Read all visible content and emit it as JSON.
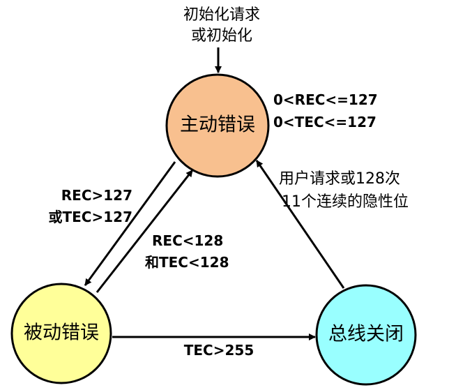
{
  "states": {
    "active": {
      "label": "主动错误",
      "color": "#F8C08F"
    },
    "passive": {
      "label": "被动错误",
      "color": "#FFFF99"
    },
    "busoff": {
      "label": "总线关闭",
      "color": "#99FFFF"
    }
  },
  "labels": {
    "init_line1": "初始化请求",
    "init_line2": "或初始化",
    "active_cond_line1": "0<REC<=127",
    "active_cond_line2": "0<TEC<=127",
    "to_passive_line1": "REC>127",
    "to_passive_line2": "或TEC>127",
    "to_active_line1": "REC<128",
    "to_active_line2": "和TEC<128",
    "busoff_recover_line1": "用户请求或128次",
    "busoff_recover_line2": "11个连续的隐性位",
    "to_busoff": "TEC>255"
  }
}
